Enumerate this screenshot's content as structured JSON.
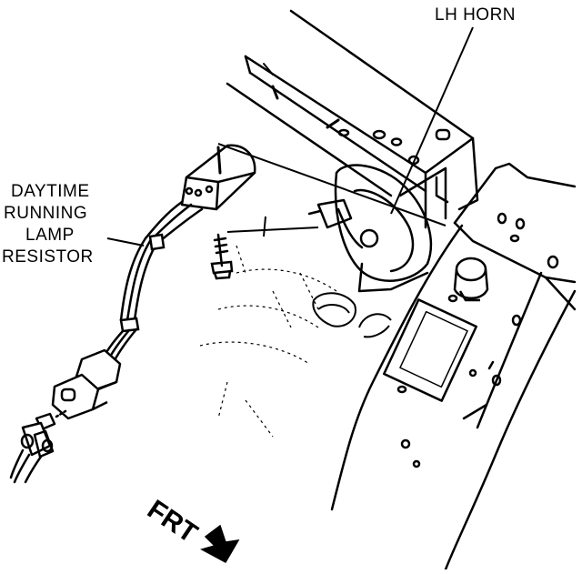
{
  "labels": {
    "horn": "LH HORN",
    "resistor": [
      "DAYTIME",
      "RUNNING",
      "LAMP",
      "RESISTOR"
    ],
    "direction": "FRT"
  },
  "colors": {
    "ink": "#000000",
    "paper": "#ffffff"
  },
  "icons": {
    "direction_arrow": "arrow-down-right-icon"
  }
}
